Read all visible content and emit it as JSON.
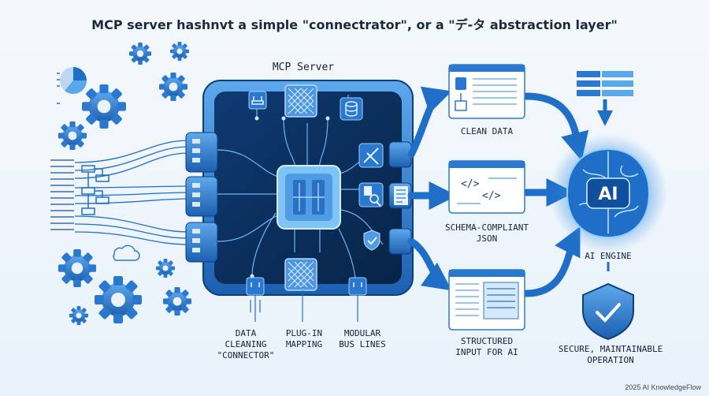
{
  "title": "MCP server hashnvt a simple \"connectrator\", or a \"デ-タ abstraction layer\"",
  "server": {
    "title": "MCP Server",
    "labels": [
      "DATA\nCLEANING\n\"CONNECTOR\"",
      "PLUG-IN\nMAPPING",
      "MODULAR\nBUS LINES"
    ]
  },
  "outputs": [
    "CLEAN DATA",
    "SCHEMA-COMPLIANT\nJSON",
    "STRUCTURED\nINPUT FOR AI"
  ],
  "engine": {
    "badge": "AI",
    "label": "AI ENGINE",
    "secure_label": "SECURE, MAINTAINABLE\nOPERATION"
  },
  "footer": "2025 AI KnowledgeFlow",
  "colors": {
    "primary": "#1f6fc9",
    "light": "#5aa7ea",
    "dark": "#0c2e5c",
    "background": "#eef5fc"
  }
}
